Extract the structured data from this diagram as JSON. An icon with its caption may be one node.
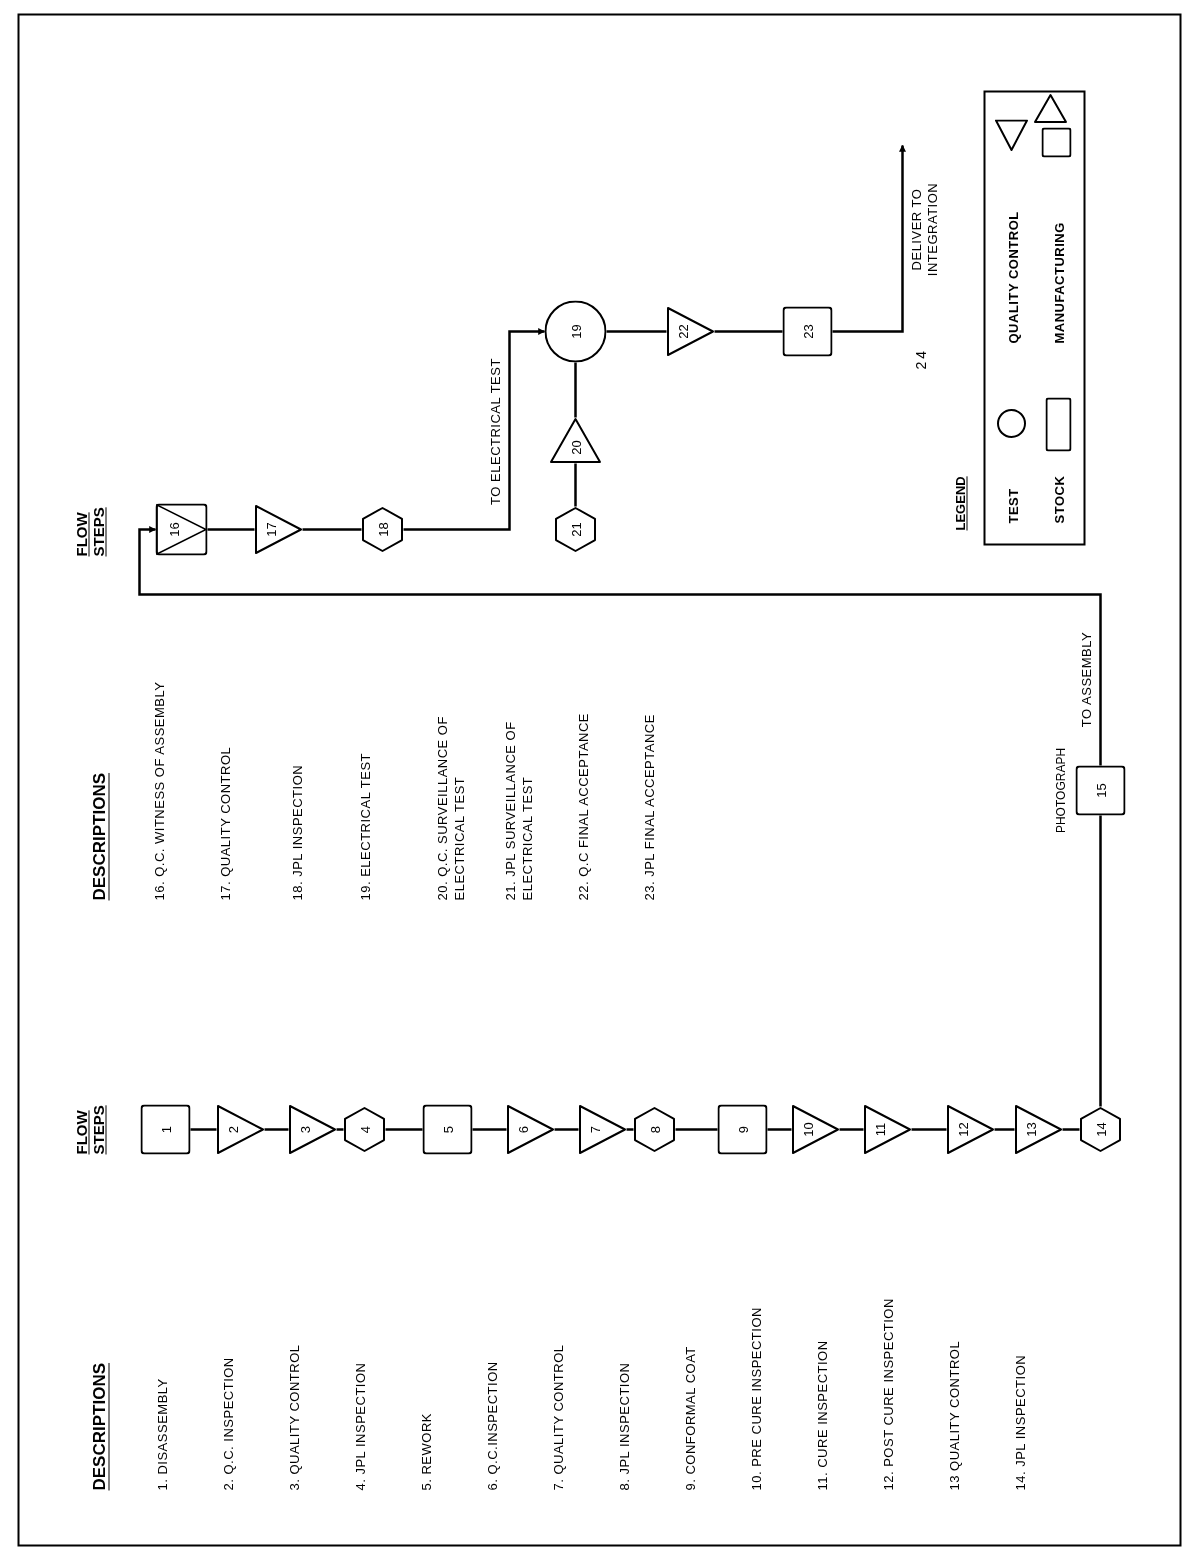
{
  "diagram": {
    "nodes": [
      {
        "text": [
          "1"
        ]
      },
      {
        "text": [
          "2"
        ]
      },
      {
        "text": [
          "3"
        ]
      },
      {
        "text": [
          "4"
        ]
      },
      {
        "text": [
          "5"
        ]
      },
      {
        "text": [
          "6"
        ]
      },
      {
        "text": [
          "7"
        ]
      },
      {
        "text": [
          "8"
        ]
      },
      {
        "text": [
          "9"
        ]
      },
      {
        "text": [
          "10"
        ]
      },
      {
        "text": [
          "11"
        ]
      },
      {
        "text": [
          "12"
        ]
      },
      {
        "text": [
          "13"
        ]
      },
      {
        "text": [
          "14"
        ]
      },
      {
        "text": [
          "15"
        ],
        "beside": [
          "PHOTOGRAPH"
        ]
      },
      {
        "text": [
          "16"
        ]
      },
      {
        "text": [
          "17"
        ]
      },
      {
        "text": [
          "18"
        ]
      },
      {
        "text": [
          "19"
        ]
      },
      {
        "text": [
          "20"
        ]
      },
      {
        "text": [
          "21"
        ]
      },
      {
        "text": [
          "22"
        ]
      },
      {
        "text": [
          "23"
        ]
      }
    ],
    "edges": [
      {
        "from": 0,
        "to": 1,
        "arrow": "none"
      },
      {
        "from": 1,
        "to": 2,
        "arrow": "none"
      },
      {
        "from": 2,
        "to": 3,
        "arrow": "none"
      },
      {
        "from": 3,
        "to": 4,
        "arrow": "none"
      },
      {
        "from": 4,
        "to": 5,
        "arrow": "none"
      },
      {
        "from": 5,
        "to": 6,
        "arrow": "none"
      },
      {
        "from": 6,
        "to": 7,
        "arrow": "none"
      },
      {
        "from": 7,
        "to": 8,
        "arrow": "none"
      },
      {
        "from": 8,
        "to": 9,
        "arrow": "none"
      },
      {
        "from": 9,
        "to": 10,
        "arrow": "none"
      },
      {
        "from": 10,
        "to": 11,
        "arrow": "none"
      },
      {
        "from": 11,
        "to": 12,
        "arrow": "none"
      },
      {
        "from": 12,
        "to": 13,
        "arrow": "none"
      },
      {
        "from": 13,
        "to": 14,
        "arrow": "none"
      },
      {
        "from": 14,
        "to": 15,
        "arrow": "to",
        "label": "TO ASSEMBLY"
      },
      {
        "from": 15,
        "to": 16,
        "arrow": "none"
      },
      {
        "from": 16,
        "to": 17,
        "arrow": "none"
      },
      {
        "from": 17,
        "to": 18,
        "arrow": "to",
        "label": "TO ELECTRICAL TEST"
      },
      {
        "from": 20,
        "to": 19,
        "arrow": "none"
      },
      {
        "from": 19,
        "to": 18,
        "arrow": "none"
      },
      {
        "from": 18,
        "to": 21,
        "arrow": "none"
      },
      {
        "from": 21,
        "to": 22,
        "arrow": "none"
      },
      {
        "from": 22,
        "to": null,
        "arrow": "to",
        "label": "DELIVER TO INTEGRATION"
      }
    ],
    "labels": [
      "DESCRIPTIONS",
      "FLOW STEPS",
      "DESCRIPTIONS",
      "FLOW STEPS",
      "1. DISASSEMBLY",
      "2. Q.C. INSPECTION",
      "3. QUALITY CONTROL",
      "4. JPL INSPECTION",
      "5. REWORK",
      "6. Q.C.INSPECTION",
      "7. QUALITY CONTROL",
      "8. JPL INSPECTION",
      "9. CONFORMAL COAT",
      "10. PRE CURE INSPECTION",
      "11. CURE INSPECTION",
      "12. POST CURE INSPECTION",
      "13 QUALITY CONTROL",
      "14. JPL INSPECTION",
      "16. Q.C. WITNESS OF ASSEMBLY",
      "17. QUALITY CONTROL",
      "18. JPL INSPECTION",
      "19. ELECTRICAL TEST",
      "20. Q.C. SURVEILLANCE OF ELECTRICAL TEST",
      "21. JPL SURVEILLANCE OF ELECTRICAL TEST",
      "22. Q.C FINAL ACCEPTANCE",
      "23. JPL FINAL ACCEPTANCE",
      "24",
      "LEGEND"
    ],
    "legend": [
      {
        "text": "TEST"
      },
      {
        "text": "QUALITY CONTROL"
      },
      {
        "text": "STOCK"
      },
      {
        "text": "MANUFACTURING"
      }
    ]
  }
}
